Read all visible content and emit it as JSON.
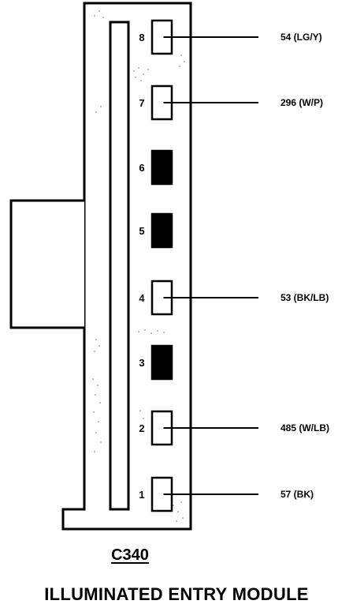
{
  "connector": {
    "id": "C340",
    "module_name": "ILLUMINATED ENTRY MODULE"
  },
  "pins": [
    {
      "number": "8",
      "state": "open",
      "wire": "54 (LG/Y)"
    },
    {
      "number": "7",
      "state": "open",
      "wire": "296 (W/P)"
    },
    {
      "number": "6",
      "state": "filled",
      "wire": ""
    },
    {
      "number": "5",
      "state": "filled",
      "wire": ""
    },
    {
      "number": "4",
      "state": "open",
      "wire": "53 (BK/LB)"
    },
    {
      "number": "3",
      "state": "filled",
      "wire": ""
    },
    {
      "number": "2",
      "state": "open",
      "wire": "485 (W/LB)"
    },
    {
      "number": "1",
      "state": "open",
      "wire": "57 (BK)"
    }
  ]
}
